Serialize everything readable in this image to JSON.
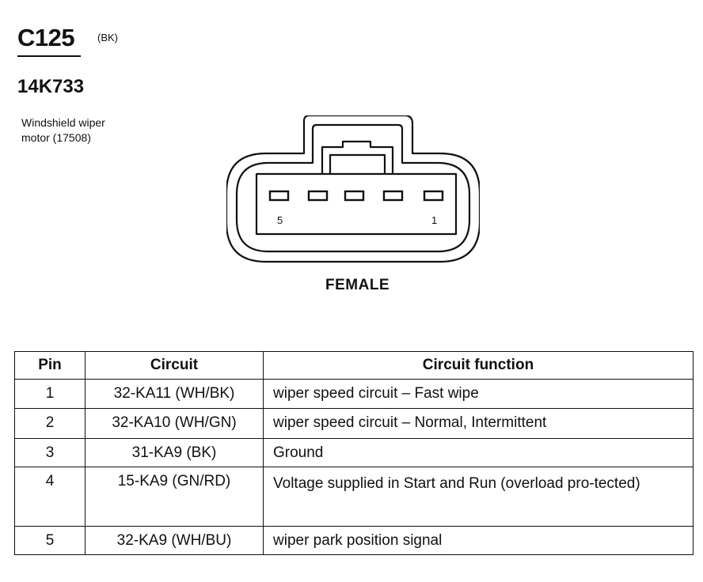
{
  "header": {
    "connector_id": "C125",
    "connector_color": "(BK)",
    "part_number": "14K733",
    "component_line1": "Windshield wiper",
    "component_line2": "motor (17508)"
  },
  "diagram": {
    "pin_label_left": "5",
    "pin_label_right": "1",
    "gender": "FEMALE"
  },
  "table": {
    "headers": {
      "pin": "Pin",
      "circuit": "Circuit",
      "function": "Circuit function"
    },
    "rows": [
      {
        "pin": "1",
        "circuit": "32-KA11 (WH/BK)",
        "function": "wiper speed circuit – Fast wipe"
      },
      {
        "pin": "2",
        "circuit": "32-KA10 (WH/GN)",
        "function": "wiper speed circuit – Normal, Intermittent"
      },
      {
        "pin": "3",
        "circuit": "31-KA9 (BK)",
        "function": "Ground"
      },
      {
        "pin": "4",
        "circuit": "15-KA9 (GN/RD)",
        "function": "Voltage supplied in Start and Run (overload pro-tected)"
      },
      {
        "pin": "5",
        "circuit": "32-KA9 (WH/BU)",
        "function": "wiper park position signal"
      }
    ]
  }
}
